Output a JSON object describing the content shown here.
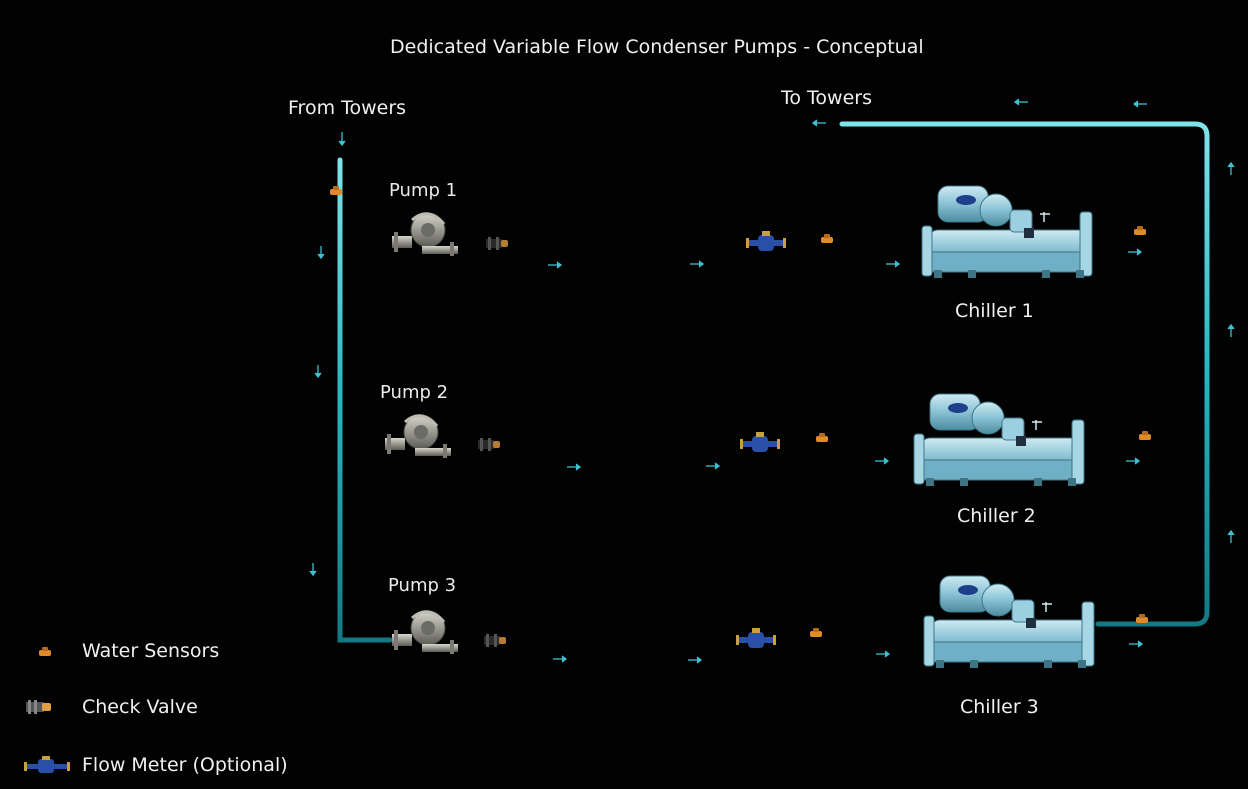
{
  "title": "Dedicated Variable Flow Condenser Pumps - Conceptual",
  "labels": {
    "from_towers": "From Towers",
    "to_towers": "To Towers"
  },
  "pumps": [
    {
      "label": "Pump 1"
    },
    {
      "label": "Pump 2"
    },
    {
      "label": "Pump 3"
    }
  ],
  "chillers": [
    {
      "label": "Chiller 1"
    },
    {
      "label": "Chiller 2"
    },
    {
      "label": "Chiller 3"
    }
  ],
  "legend": [
    {
      "label": "Water Sensors",
      "icon": "water-sensor-icon"
    },
    {
      "label": "Check Valve",
      "icon": "check-valve-icon"
    },
    {
      "label": "Flow Meter (Optional)",
      "icon": "flow-meter-icon"
    }
  ],
  "colors": {
    "background": "#020202",
    "pipe": "#27b5c0",
    "pipe_highlight": "#7fe3ea",
    "arrow": "#3fc0d0",
    "sensor": "#e08a2a",
    "flow_meter": "#2a4fa8",
    "chiller": "#8fc7d9",
    "pump": "#9a9a92"
  }
}
